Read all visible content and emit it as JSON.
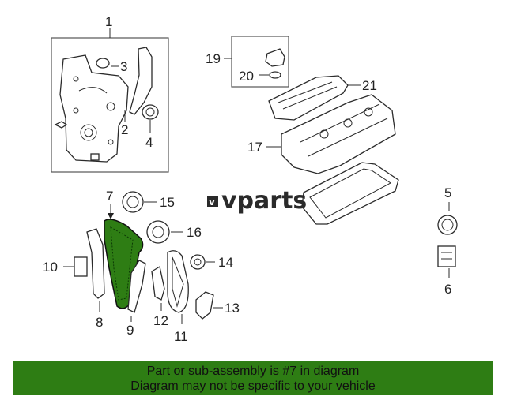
{
  "callouts": {
    "c1": "1",
    "c2": "2",
    "c3": "3",
    "c4": "4",
    "c5": "5",
    "c6": "6",
    "c7": "7",
    "c8": "8",
    "c9": "9",
    "c10": "10",
    "c11": "11",
    "c12": "12",
    "c13": "13",
    "c14": "14",
    "c15": "15",
    "c16": "16",
    "c17": "17",
    "c19": "19",
    "c20": "20",
    "c21": "21"
  },
  "watermark": {
    "text": "vparts",
    "logo_glyph": "v"
  },
  "highlight": {
    "part_number": "7",
    "color": "#2e7d14"
  },
  "banner": {
    "line1": "Part or sub-assembly is #7 in diagram",
    "line2": "Diagram may not be specific to your vehicle",
    "background": "#2e7d14"
  }
}
